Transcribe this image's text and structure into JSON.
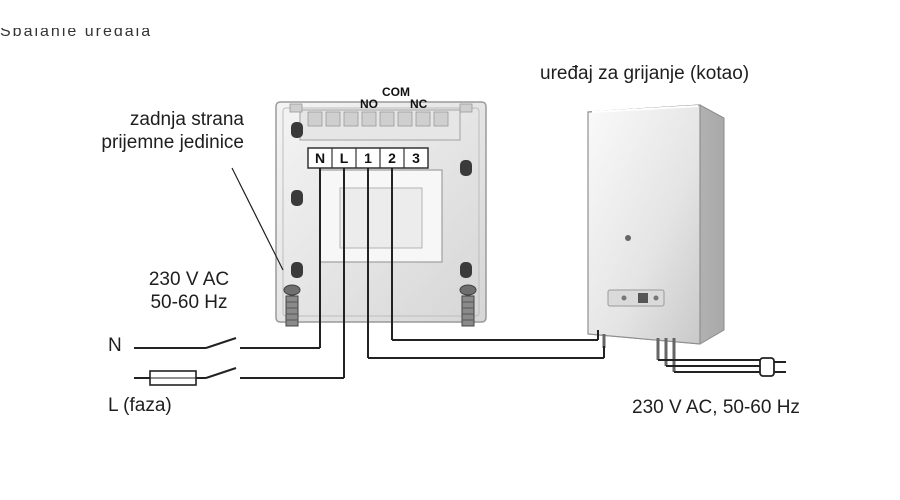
{
  "heading_partial": "Spajanje uređaja",
  "receiver": {
    "caption_lines": [
      "zadnja strana",
      "prijemne jedinice"
    ],
    "terminals": [
      "N",
      "L",
      "1",
      "2",
      "3"
    ],
    "contacts": {
      "no": "NO",
      "com": "COM",
      "nc": "NC"
    }
  },
  "power_input": {
    "voltage": "230 V AC",
    "frequency": "50-60 Hz",
    "neutral_label": "N",
    "line_label": "L (faza)"
  },
  "boiler": {
    "caption": "uređaj za grijanje (kotao)",
    "supply": "230 V AC, 50-60 Hz"
  }
}
